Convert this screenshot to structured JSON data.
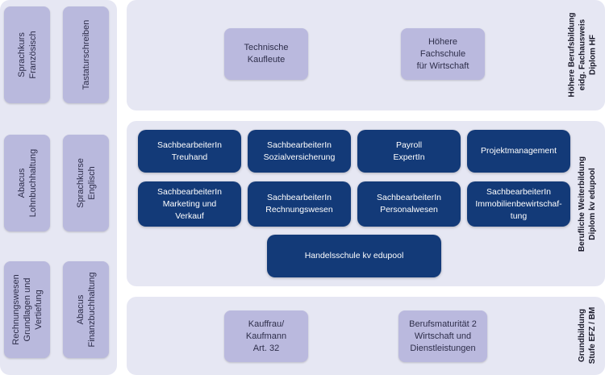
{
  "left_column": {
    "boxes": [
      "Sprachkurs\nFranzösisch",
      "Tastaturschreiben",
      "Abacus\nLohnbuchhaltung",
      "Sprachkurse\nEnglisch",
      "Rechnungswesen\nGrundlagen und\nVertiefung",
      "Abacus\nFinanzbuchhaltung"
    ]
  },
  "top_section": {
    "label": "Höhere Berufsbildung\neidg. Fachausweis\nDiplom HF",
    "boxes": [
      "Technische\nKaufleute",
      "Höhere\nFachschule\nfür Wirtschaft"
    ]
  },
  "middle_section": {
    "label": "Berufliche Weiterbildung\nDiplom kv edupool",
    "boxes": [
      "SachbearbeiterIn\nTreuhand",
      "SachbearbeiterIn\nSozialversicherung",
      "Payroll\nExpertIn",
      "Projektmanagement",
      "SachbearbeiterIn\nMarketing und\nVerkauf",
      "SachbearbeiterIn\nRechnungswesen",
      "SachbearbeiterIn\nPersonalwesen",
      "SachbearbeiterIn\nImmobilienbewirtschaf-\ntung",
      "Handelsschule kv edupool"
    ]
  },
  "bottom_section": {
    "label": "Grundbildung\nStufe EFZ / BM",
    "boxes": [
      "Kauffrau/\nKaufmann\nArt. 32",
      "Berufsmaturität 2\nWirtschaft und\nDienstleistungen"
    ]
  },
  "colors": {
    "panel_background": "#e6e7f3",
    "light_box": "#b9b9dd",
    "dark_box": "#133a78",
    "dark_box_text": "#ffffff"
  }
}
